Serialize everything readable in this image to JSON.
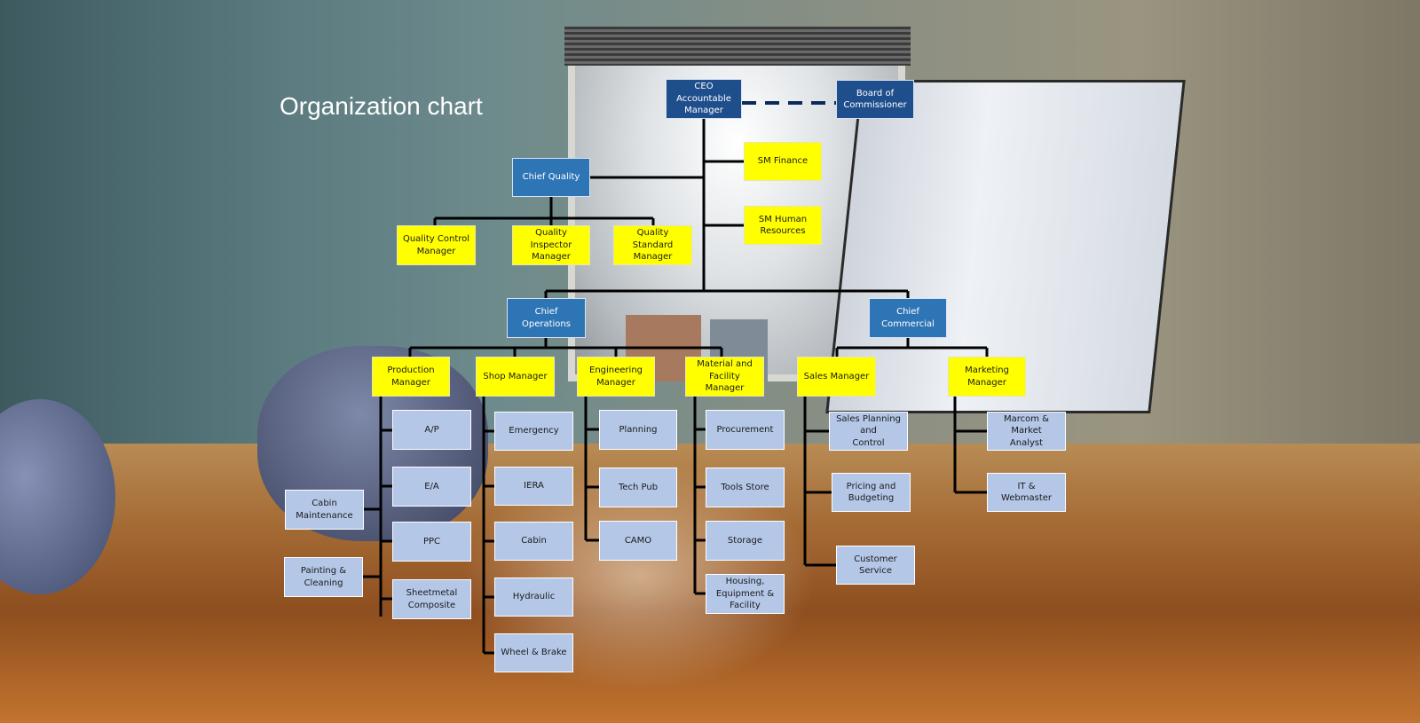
{
  "title": "Organization chart",
  "colors": {
    "executive": "#1f4e8c",
    "chief": "#2e75b6",
    "manager": "#ffff00",
    "unit": "#b4c7e7",
    "connector": "#000000",
    "dashed_link": "#0b2a5c"
  },
  "nodes": {
    "ceo": "CEO\nAccountable\nManager",
    "board": "Board of\nCommissioner",
    "sm_finance": "SM Finance",
    "sm_hr": "SM  Human\nResources",
    "chief_quality": "Chief Quality",
    "qc_manager": "Quality Control\nManager",
    "qi_manager": "Quality Inspector\nManager",
    "qs_manager": "Quality Standard\nManager",
    "chief_operations": "Chief  Operations",
    "chief_commercial": "Chief Commercial",
    "production_manager": "Production\nManager",
    "shop_manager": "Shop Manager",
    "engineering_manager": "Engineering\nManager",
    "material_facility_manager": "Material and\nFacility  Manager",
    "sales_manager": "Sales Manager",
    "marketing_manager": "Marketing\nManager",
    "ap": "A/P",
    "ea": "E/A",
    "ppc": "PPC",
    "sheetmetal": "Sheetmetal\nComposite",
    "cabin_maintenance": "Cabin\nMaintenance",
    "painting_cleaning": "Painting &\nCleaning",
    "emergency": "Emergency",
    "iera": "IERA",
    "cabin": "Cabin",
    "hydraulic": "Hydraulic",
    "wheel_brake": "Wheel & Brake",
    "planning": "Planning",
    "tech_pub": "Tech Pub",
    "camo": "CAMO",
    "procurement": "Procurement",
    "tools_store": "Tools Store",
    "storage": "Storage",
    "housing": "Housing,\nEquipment &\nFacility",
    "sales_planning": "Sales Planning and\nControl",
    "pricing": "Pricing and\nBudgeting",
    "customer_service": "Customer Service",
    "marcom": "Marcom & Market\nAnalyst",
    "it_webmaster": "IT & Webmaster"
  }
}
